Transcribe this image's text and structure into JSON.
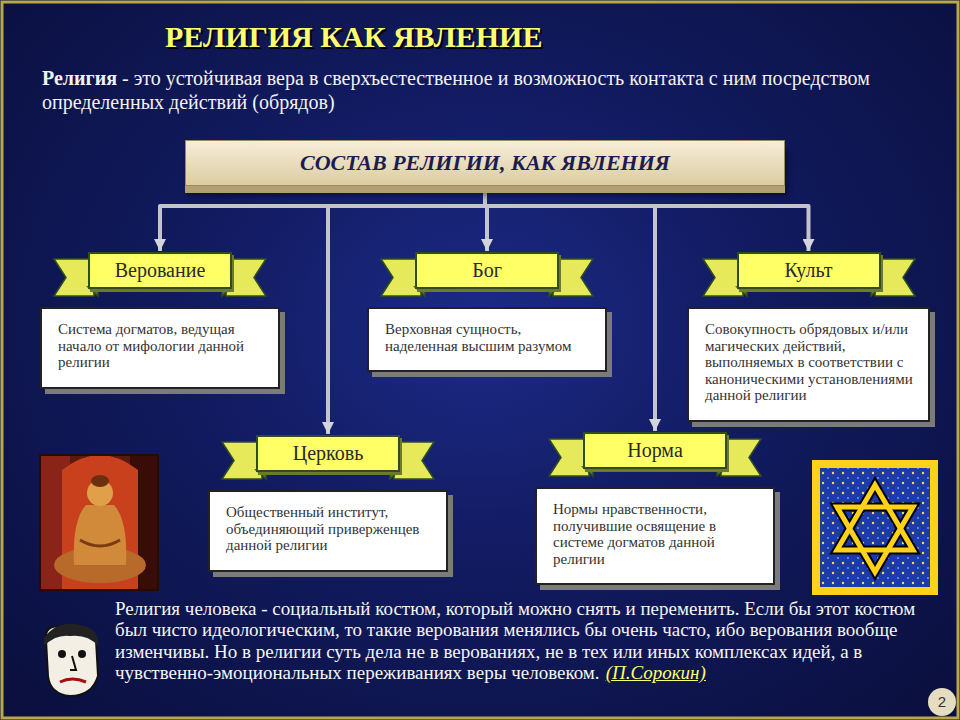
{
  "diagram": {
    "title": "РЕЛИГИЯ КАК ЯВЛЕНИЕ",
    "nodes": [
      {
        "text": [
          "СОСТАВ РЕЛИГИИ, КАК ЯВЛЕНИЯ"
        ]
      },
      {
        "text": [
          "Верование",
          "Система догматов, ведущая начало от мифологии данной религии"
        ]
      },
      {
        "text": [
          "Бог",
          "Верховная сущность, наделенная высшим разумом"
        ]
      },
      {
        "text": [
          "Культ",
          "Совокупность обрядовых и/или магических действий, выполняемых в соответствии с каноническими установлениями данной религии"
        ]
      },
      {
        "text": [
          "Церковь",
          "Общественный институт, объединяющий приверженцев данной религии"
        ]
      },
      {
        "text": [
          "Норма",
          "Нормы нравственности, получившие освящение в системе догматов данной религии"
        ]
      }
    ],
    "edges": [
      {
        "from": 0,
        "to": 1,
        "arrow": "to"
      },
      {
        "from": 0,
        "to": 2,
        "arrow": "to"
      },
      {
        "from": 0,
        "to": 3,
        "arrow": "to"
      },
      {
        "from": 0,
        "to": 4,
        "arrow": "to"
      },
      {
        "from": 0,
        "to": 5,
        "arrow": "to"
      }
    ],
    "labels": [
      "Религия",
      "- это устойчивая вера в сверхъестественное и возможность контакта с ним посредством определенных действий (обрядов)",
      "Религия человека - социальный костюм, который можно снять и переменить. Если бы этот костюм был чисто идеологическим, то такие верования менялись бы очень часто, ибо верования вообще изменчивы. Но в религии суть дела не в верованиях, не в тех или иных комплексах идей, а в чувственно-эмоциональных переживаниях веры человеком.",
      "(П.Сорокин)",
      "2"
    ]
  }
}
